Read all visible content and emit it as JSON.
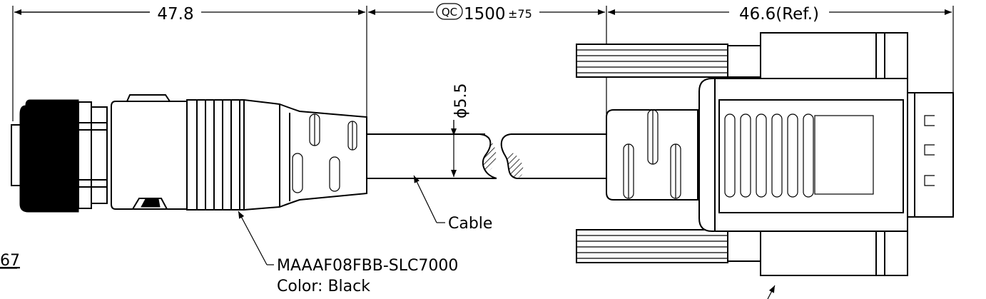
{
  "dimensions": {
    "left_length": "47.8",
    "cable_length_prefix": "QC",
    "cable_length_value": "1500",
    "cable_length_tol": "±75",
    "right_length": "46.6(Ref.)",
    "cable_diameter": "ϕ5.5"
  },
  "labels": {
    "cable": "Cable",
    "part_number": "MAAAF08FBB-SLC7000",
    "color": "Color: Black",
    "left_edge_fragment": "67"
  }
}
